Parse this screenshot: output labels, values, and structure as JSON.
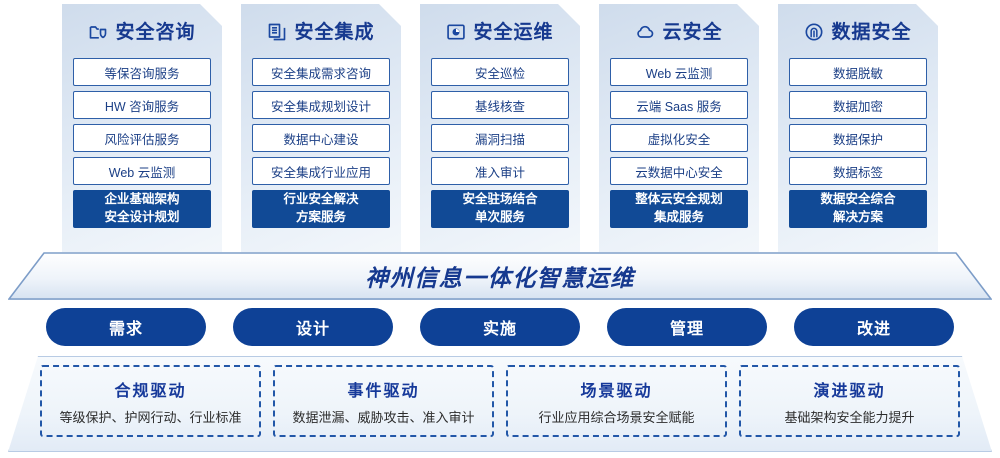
{
  "columns": [
    {
      "icon": "folder-shield-icon",
      "title": "安全咨询",
      "items": [
        "等保咨询服务",
        "HW 咨询服务",
        "风险评估服务",
        "Web 云监测"
      ],
      "summary": [
        "企业基础架构",
        "安全设计规划"
      ]
    },
    {
      "icon": "copy-documents-icon",
      "title": "安全集成",
      "items": [
        "安全集成需求咨询",
        "安全集成规划设计",
        "数据中心建设",
        "安全集成行业应用"
      ],
      "summary": [
        "行业安全解决",
        "方案服务"
      ]
    },
    {
      "icon": "monitor-chart-icon",
      "title": "安全运维",
      "items": [
        "安全巡检",
        "基线核查",
        "漏洞扫描",
        "准入审计"
      ],
      "summary": [
        "安全驻场结合",
        "单次服务"
      ]
    },
    {
      "icon": "cloud-icon",
      "title": "云安全",
      "items": [
        "Web 云监测",
        "云端 Saas 服务",
        "虚拟化安全",
        "云数据中心安全"
      ],
      "summary": [
        "整体云安全规划",
        "集成服务"
      ]
    },
    {
      "icon": "fingerprint-icon",
      "title": "数据安全",
      "items": [
        "数据脱敏",
        "数据加密",
        "数据保护",
        "数据标签"
      ],
      "summary": [
        "数据安全综合",
        "解决方案"
      ]
    }
  ],
  "banner": {
    "title": "神州信息一体化智慧运维"
  },
  "phases": [
    {
      "label": "需求"
    },
    {
      "label": "设计"
    },
    {
      "label": "实施"
    },
    {
      "label": "管理"
    },
    {
      "label": "改进"
    }
  ],
  "drivers": [
    {
      "title": "合规驱动",
      "subtitle": "等级保护、护网行动、行业标准"
    },
    {
      "title": "事件驱动",
      "subtitle": "数据泄漏、威胁攻击、准入审计"
    },
    {
      "title": "场景驱动",
      "subtitle": "行业应用综合场景安全赋能"
    },
    {
      "title": "演进驱动",
      "subtitle": "基础架构安全能力提升"
    }
  ],
  "colors": {
    "brand_blue": "#16398f",
    "summary_blue": "#114a96",
    "pill_blue": "#0e4196",
    "card_border": "#2e5fa8",
    "dashed_border": "#2257a8"
  }
}
